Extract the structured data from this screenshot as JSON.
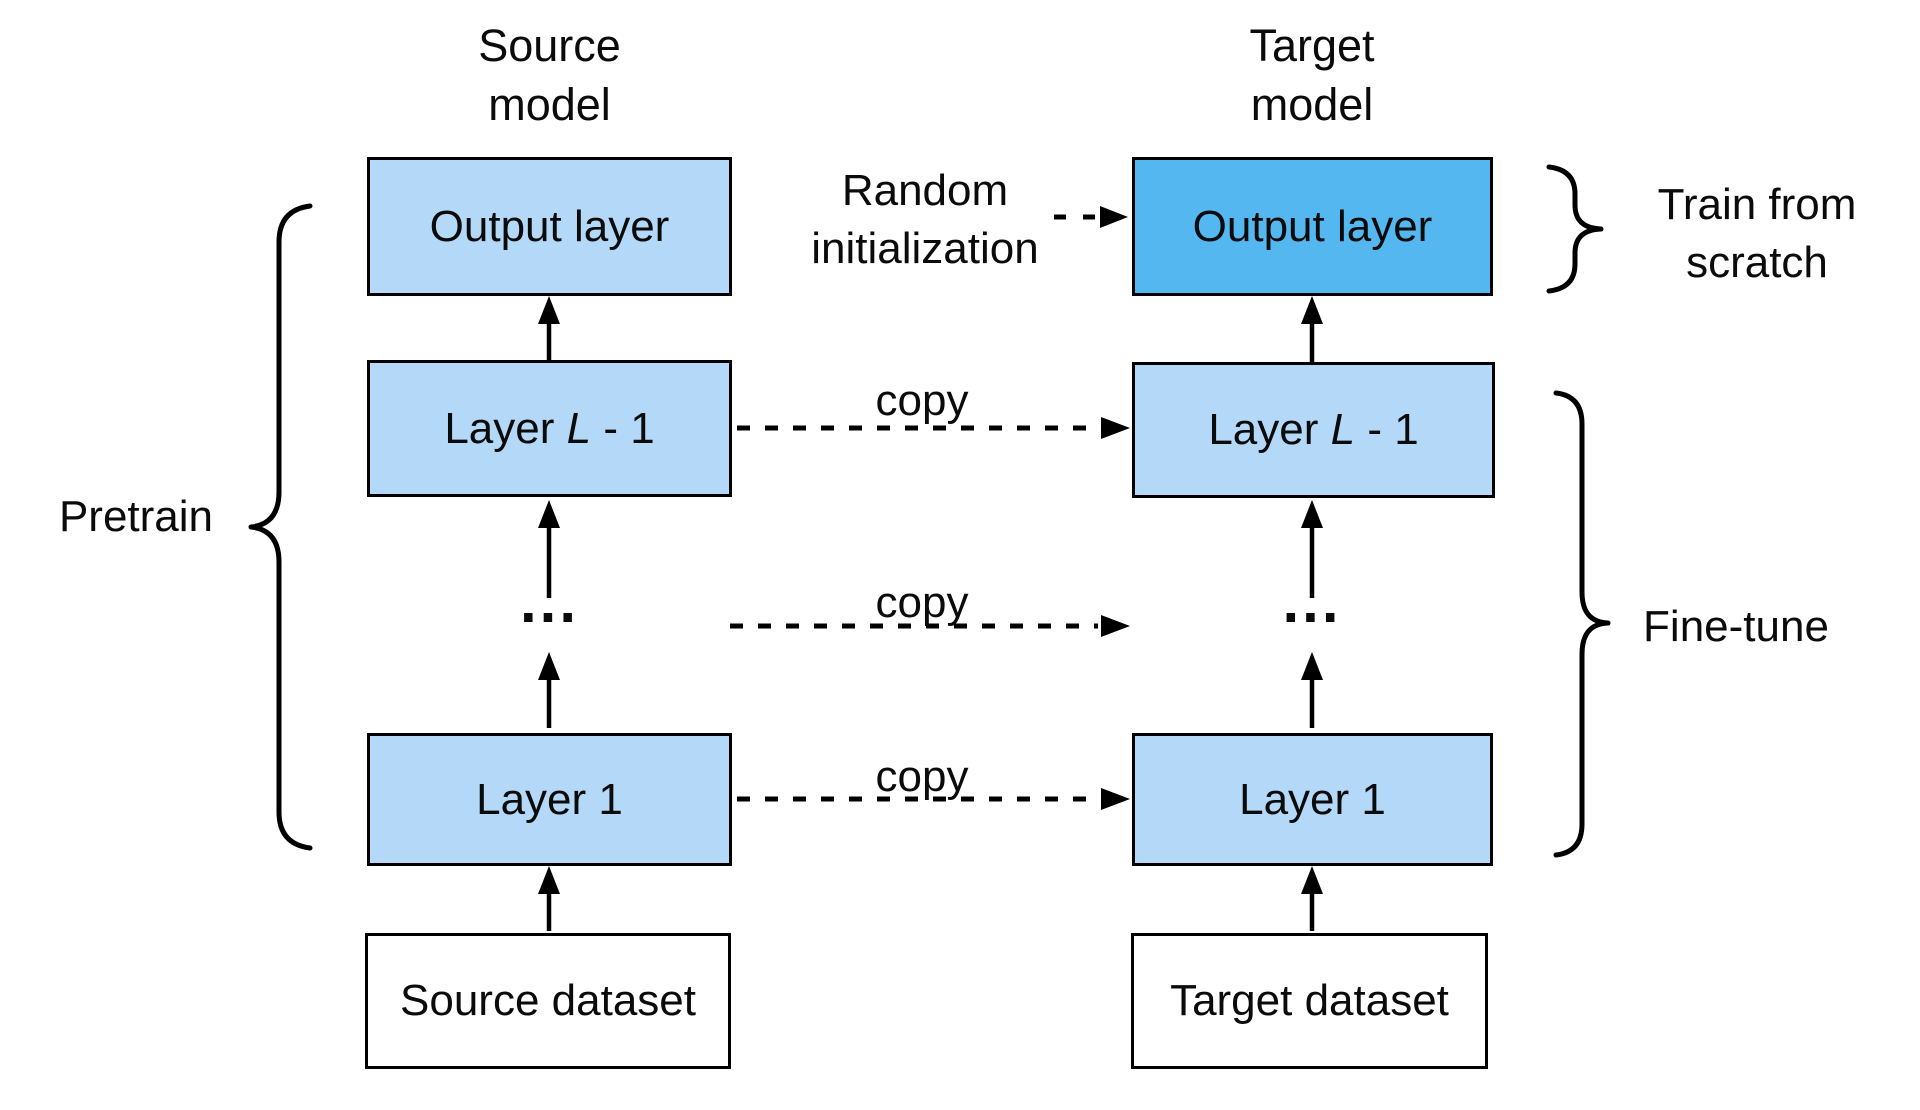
{
  "titles": {
    "source_line1": "Source",
    "source_line2": "model",
    "target_line1": "Target",
    "target_line2": "model"
  },
  "source": {
    "output_layer": "Output layer",
    "layer_top": {
      "pre": "Layer ",
      "italic": "L",
      "post": " - 1"
    },
    "ellipsis": "...",
    "layer_bottom": "Layer 1",
    "dataset": "Source dataset"
  },
  "target": {
    "output_layer": "Output layer",
    "layer_top": {
      "pre": "Layer ",
      "italic": "L",
      "post": " - 1"
    },
    "ellipsis": "...",
    "layer_bottom": "Layer 1",
    "dataset": "Target dataset"
  },
  "annotations": {
    "random_init_line1": "Random",
    "random_init_line2": "initialization",
    "copy_row_top": "copy",
    "copy_row_middle": "copy",
    "copy_row_bottom": "copy",
    "pretrain": "Pretrain",
    "train_from_scratch_line1": "Train from",
    "train_from_scratch_line2": "scratch",
    "fine_tune": "Fine-tune"
  },
  "colors": {
    "layer_box_fill": "#b4d8f7",
    "target_output_fill": "#54b7f0",
    "dataset_fill": "#ffffff",
    "line": "#000000"
  }
}
